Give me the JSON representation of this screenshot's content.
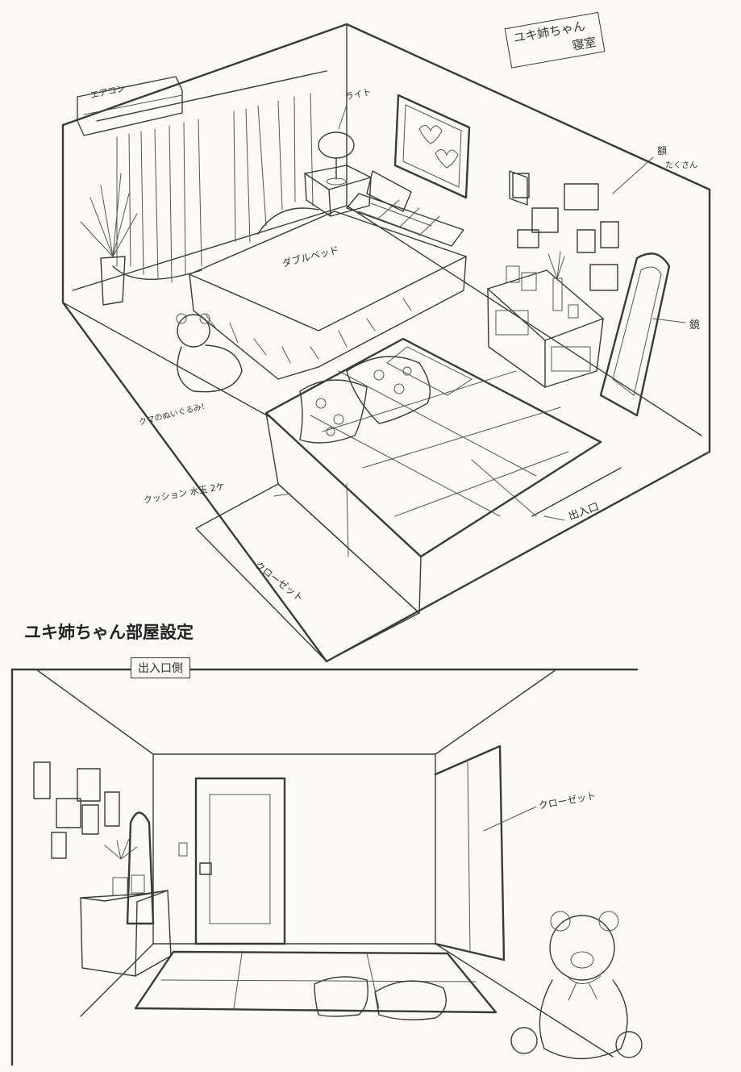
{
  "sheet": {
    "title": "ユキ姉ちゃん部屋設定",
    "top_view_label_line1": "ユキ姉ちゃん",
    "top_view_label_line2": "寝室",
    "entrance_view_label": "出入口側"
  },
  "annotations": {
    "aircon": "エアコン",
    "light": "ライト",
    "double_bed": "ダブルベッド",
    "frames": "額",
    "frames_many": "たくさん",
    "mirror": "鏡",
    "bear": "クマのぬいぐるみ!",
    "cushions": "クッション 水玉 2ケ",
    "entrance": "出入口",
    "closet_top": "クローゼット",
    "closet_bottom": "クローゼット"
  }
}
